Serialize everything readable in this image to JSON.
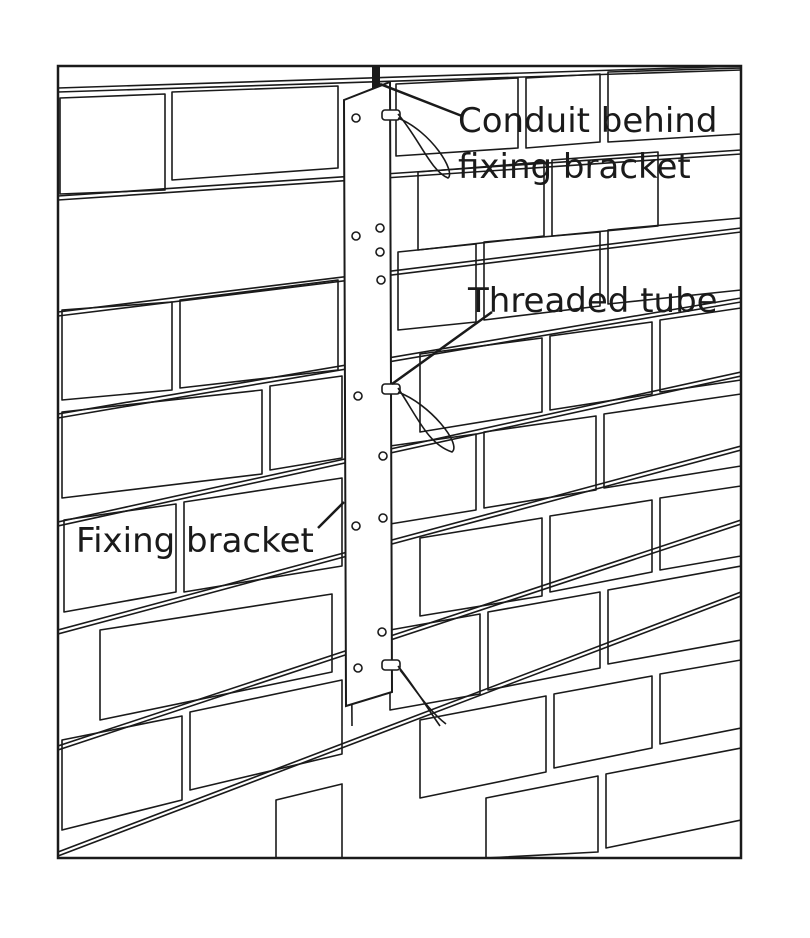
{
  "labels": {
    "conduit_line1": "Conduit behind",
    "conduit_line2": "fixing bracket",
    "threaded_tube": "Threaded tube",
    "fixing_bracket": "Fixing bracket"
  },
  "colors": {
    "ink": "#1a1a1a",
    "background": "#ffffff"
  }
}
